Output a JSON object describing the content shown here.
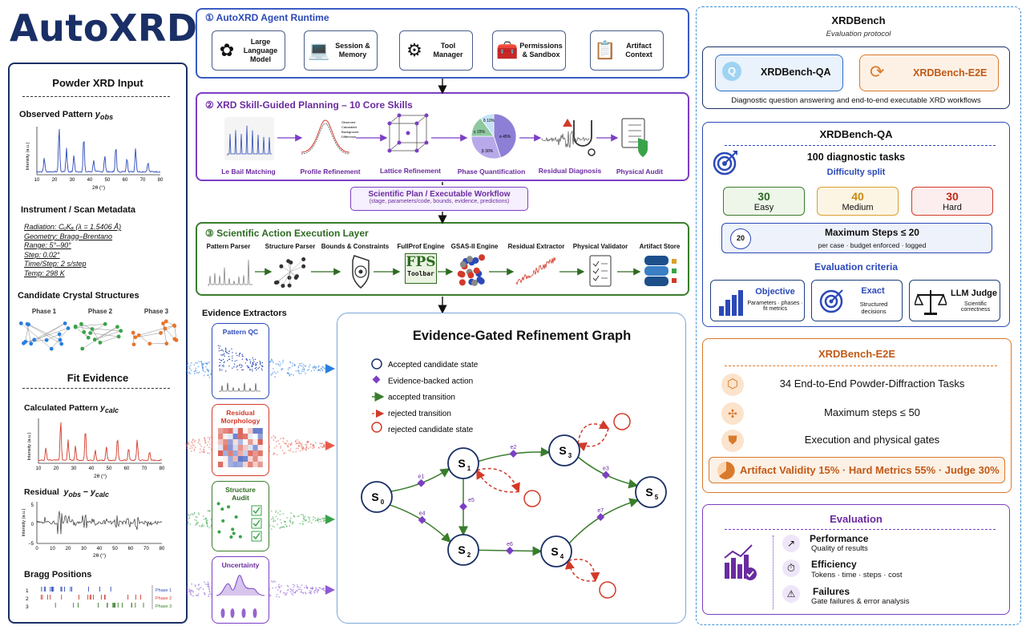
{
  "title": "AutoXRD",
  "left_panel": {
    "header": "Powder XRD Input",
    "observed": {
      "label": "Observed Pattern",
      "sym": "y",
      "sub": "obs",
      "ylabel": "Intensity (a.u.)",
      "xlabel": "2θ (°)",
      "ticks": [
        "10",
        "20",
        "30",
        "40",
        "50",
        "60",
        "70",
        "80"
      ]
    },
    "metadata_header": "Instrument / Scan Metadata",
    "metadata": [
      "Radiation: CᵤKₐ (λ = 1.5406 Å)",
      "Geometry: Bragg–Brentano",
      "Range: 5°–90°",
      "Step: 0.02°",
      "Time/Step: 2 s/step",
      "Temp: 298 K"
    ],
    "candidates_header": "Candidate Crystal Structures",
    "phases": [
      "Phase 1",
      "Phase 2",
      "Phase 3"
    ],
    "fit_header": "Fit Evidence",
    "calc": {
      "label": "Calculated Pattern",
      "sym": "y",
      "sub": "calc",
      "ylabel": "Intensity (a.u.)",
      "xlabel": "2θ (°)",
      "ticks": [
        "10",
        "20",
        "30",
        "40",
        "50",
        "60",
        "70",
        "80"
      ]
    },
    "residual": {
      "label": "Residual",
      "expr": "y",
      "sub1": "obs",
      "sub2": "calc",
      "ylabel": "Intensity (a.u.)",
      "xlabel": "2θ (°)",
      "yticks": [
        "5",
        "0",
        "−5"
      ],
      "ticks": [
        "0",
        "10",
        "20",
        "30",
        "40",
        "50",
        "60",
        "70",
        "80"
      ]
    },
    "bragg_header": "Bragg Positions",
    "bragg_rows": [
      "1",
      "2",
      "3"
    ],
    "bragg_phases": [
      "Phase 1",
      "Phase 2",
      "Phase 3"
    ]
  },
  "runtime": {
    "header": "① AutoXRD Agent Runtime",
    "tools": [
      "Large Language Model",
      "Session & Memory",
      "Tool Manager",
      "Permissions & Sandbox",
      "Artifact Context"
    ]
  },
  "planning": {
    "header": "② XRD Skill-Guided Planning – 10 Core Skills",
    "skills": [
      "Le Bail Matching",
      "Profile Refinement",
      "Lattice Refinement",
      "Phase Quantification",
      "Residual Diagnosis",
      "Physical Audit"
    ],
    "profile_legend": [
      "Observed",
      "Calculated",
      "Background",
      "Difference"
    ],
    "pie_labels": [
      "α 45%",
      "β 30%",
      "γ 15%",
      "δ 10%"
    ]
  },
  "plan_box": {
    "title": "Scientific Plan / Executable Workflow",
    "sub": "(stage, parameters/code, bounds, evidence, predictions)"
  },
  "execution": {
    "header": "③ Scientific Action Execution Layer",
    "actions": [
      "Pattern Parser",
      "Structure Parser",
      "Bounds & Constraints",
      "FullProf Engine",
      "GSAS-II Engine",
      "Residual Extractor",
      "Physical Validator",
      "Artifact Store"
    ],
    "fps_top": "FPS",
    "fps_bottom": "Toolbar"
  },
  "extractors": {
    "header": "Evidence Extractors",
    "items": [
      "Pattern QC",
      "Residual Morphology",
      "Structure Audit",
      "Uncertainty"
    ]
  },
  "graph": {
    "title": "Evidence-Gated Refinement Graph",
    "legend": [
      "Accepted candidate state",
      "Evidence-backed action",
      "accepted transition",
      "rejected transition",
      "rejected candidate state"
    ],
    "nodes": [
      "S",
      "S",
      "S",
      "S",
      "S",
      "S"
    ],
    "node_subs": [
      "0",
      "1",
      "2",
      "3",
      "4",
      "5"
    ],
    "edges": [
      "e1",
      "e2",
      "e3",
      "e4",
      "e5",
      "e6",
      "e7"
    ]
  },
  "xrdbench": {
    "header": "XRDBench",
    "sub": "Evaluation protocol",
    "qa_label": "XRDBench-QA",
    "e2e_label": "XRDBench-E2E",
    "desc": "Diagnostic question answering and end-to-end executable XRD workflows"
  },
  "qa": {
    "header": "XRDBench-QA",
    "tasks": "100 diagnostic tasks",
    "split_label": "Difficulty split",
    "split": [
      {
        "n": "30",
        "label": "Easy"
      },
      {
        "n": "40",
        "label": "Medium"
      },
      {
        "n": "30",
        "label": "Hard"
      }
    ],
    "steps_badge": "20",
    "steps_title": "Maximum Steps ≤ 20",
    "steps_sub": "per case · budget enforced · logged",
    "criteria_header": "Evaluation criteria",
    "criteria": [
      {
        "title": "Objective",
        "sub": "Parameters · phases · fit metrics"
      },
      {
        "title": "Exact",
        "sub": "Structured decisions"
      },
      {
        "title": "LLM Judge",
        "sub": "Scientific correctness"
      }
    ]
  },
  "e2e": {
    "header": "XRDBench-E2E",
    "rows": [
      "34 End-to-End Powder-Diffraction Tasks",
      "Maximum steps ≤ 50",
      "Execution and physical gates"
    ],
    "weights": "Artifact Validity 15% · Hard Metrics 55% · Judge 30%"
  },
  "evaluation": {
    "header": "Evaluation",
    "items": [
      {
        "title": "Performance",
        "sub": "Quality of results"
      },
      {
        "title": "Efficiency",
        "sub": "Tokens · time · steps · cost"
      },
      {
        "title": "Failures",
        "sub": "Gate failures & error analysis"
      }
    ]
  },
  "colors": {
    "navy": "#1a2f66",
    "purple": "#7b3fc4",
    "green": "#3a7d2c",
    "orange": "#d9792b",
    "red": "#d23a2a",
    "blue": "#2b49b8"
  }
}
